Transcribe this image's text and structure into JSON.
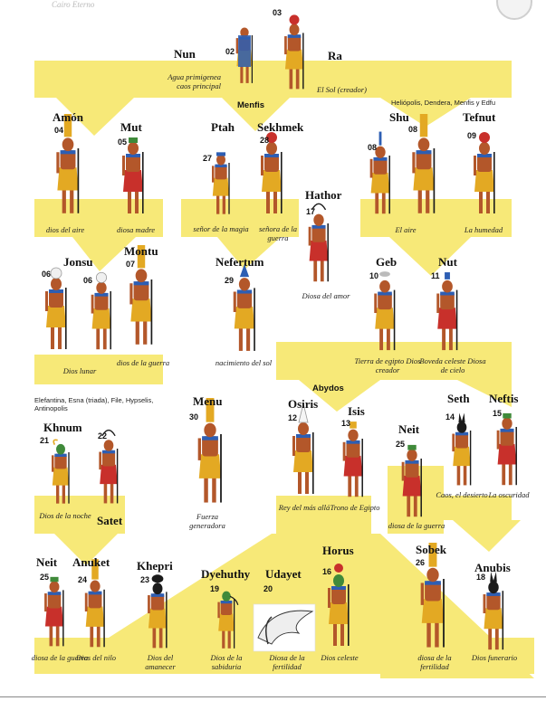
{
  "watermark": "Cairo Eterno",
  "colors": {
    "band": "#f7e978",
    "band_edge": "#f2dc4c",
    "skin": "#b3572a",
    "skin_dark": "#8a3d1c",
    "kilt": "#f2e3c6",
    "gold": "#e3a923",
    "red": "#c8302b",
    "blue": "#2d5eb3",
    "green": "#3f8a3a",
    "black": "#1b1b1b"
  },
  "regions": {
    "menfis_1": "Menfis",
    "heliopolis": "Heliópolis, Dendera, Menfis y Edfu",
    "abydos": "Abydos",
    "elefantina": "Elefantina, Esna (triada), File, Hypselis, Antinopolis"
  },
  "gods": {
    "nun": {
      "num": "02",
      "name": "Nun",
      "desc": "Agua primigenea caos principal",
      "icon": "nun-figure-icon"
    },
    "ra": {
      "num": "03",
      "name": "Ra",
      "desc": "El Sol (creador)",
      "icon": "ra-figure-icon"
    },
    "amon": {
      "num": "04",
      "name": "Amón",
      "desc": "dios del aire",
      "icon": "amon-figure-icon"
    },
    "mut": {
      "num": "05",
      "name": "Mut",
      "desc": "diosa madre",
      "icon": "mut-figure-icon"
    },
    "ptah": {
      "num": "27",
      "name": "Ptah",
      "desc": "señor de la magia",
      "icon": "ptah-figure-icon"
    },
    "sekhmek": {
      "num": "28",
      "name": "Sekhmek",
      "desc": "señora de la guerra",
      "icon": "sekhmek-figure-icon"
    },
    "shu": {
      "num": "08",
      "name": "Shu",
      "desc": "El aire",
      "icon": "shu-figure-icon"
    },
    "tefnut": {
      "num": "09",
      "name": "Tefnut",
      "desc": "La humedad",
      "icon": "tefnut-figure-icon"
    },
    "hathor": {
      "num": "17",
      "name": "Hathor",
      "desc": "Diosa del amor",
      "icon": "hathor-figure-icon"
    },
    "jonsu": {
      "num": "06",
      "name": "Jonsu",
      "desc": "Dios lunar",
      "icon": "jonsu-figure-icon"
    },
    "montu": {
      "num": "07",
      "name": "Montu",
      "desc": "dios de la guerra",
      "icon": "montu-figure-icon"
    },
    "nefertum": {
      "num": "29",
      "name": "Nefertum",
      "desc": "nacimiento del sol",
      "icon": "nefertum-figure-icon"
    },
    "geb": {
      "num": "10",
      "name": "Geb",
      "desc": "Tierra de egipto Dios creador",
      "icon": "geb-figure-icon"
    },
    "nut": {
      "num": "11",
      "name": "Nut",
      "desc": "Boveda celeste Diosa de cielo",
      "icon": "nut-figure-icon"
    },
    "khnum": {
      "num": "21",
      "name": "Khnum",
      "desc": "Dios de la noche",
      "icon": "khnum-figure-icon"
    },
    "satet": {
      "num": "22",
      "name": "Satet",
      "desc": "",
      "icon": "satet-figure-icon"
    },
    "menu": {
      "num": "30",
      "name": "Menu",
      "desc": "Fuerza generadora",
      "icon": "menu-figure-icon"
    },
    "osiris": {
      "num": "12",
      "name": "Osiris",
      "desc": "Rey del más allá",
      "icon": "osiris-figure-icon"
    },
    "isis": {
      "num": "13",
      "name": "Isis",
      "desc": "Trono de Egipto",
      "icon": "isis-figure-icon"
    },
    "neit_a": {
      "num": "25",
      "name": "Neit",
      "desc": "diosa de la guerra",
      "icon": "neit-figure-icon"
    },
    "seth": {
      "num": "14",
      "name": "Seth",
      "desc": "Caos, el desierto",
      "icon": "seth-figure-icon"
    },
    "neftis": {
      "num": "15",
      "name": "Neftis",
      "desc": "La oscuridad",
      "icon": "neftis-figure-icon"
    },
    "neit_b": {
      "num": "25",
      "name": "Neit",
      "desc": "diosa de la guerra",
      "icon": "neit-figure-icon"
    },
    "anuket": {
      "num": "24",
      "name": "Anuket",
      "desc": "Dios del nilo",
      "icon": "anuket-figure-icon"
    },
    "khepri": {
      "num": "23",
      "name": "Khepri",
      "desc": "Dios del amanecer",
      "icon": "khepri-figure-icon"
    },
    "dyehuthy": {
      "num": "19",
      "name": "Dyehuthy",
      "desc": "Dios de la sabiduria",
      "icon": "dyehuthy-figure-icon"
    },
    "udayet": {
      "num": "20",
      "name": "Udayet",
      "desc": "Diosa de la fertilidad",
      "icon": "udayet-figure-icon"
    },
    "horus": {
      "num": "16",
      "name": "Horus",
      "desc": "Dios celeste",
      "icon": "horus-figure-icon"
    },
    "sobek": {
      "num": "26",
      "name": "Sobek",
      "desc": "diosa de la fertilidad",
      "icon": "sobek-figure-icon"
    },
    "anubis": {
      "num": "18",
      "name": "Anubis",
      "desc": "Dios funerario",
      "icon": "anubis-figure-icon"
    }
  }
}
